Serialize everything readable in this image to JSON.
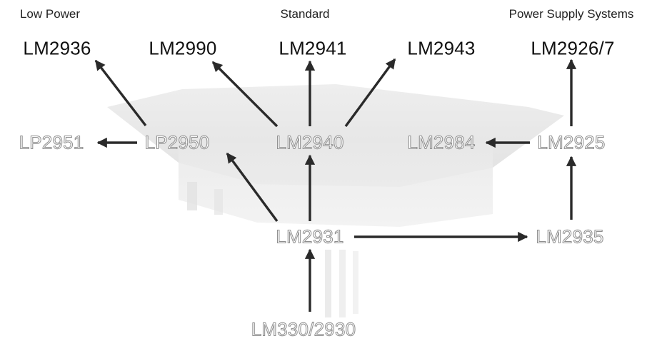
{
  "categories": {
    "low_power": "Low Power",
    "standard": "Standard",
    "power_supply": "Power Supply Systems"
  },
  "nodes": {
    "lm2936": "LM2936",
    "lm2990": "LM2990",
    "lm2941": "LM2941",
    "lm2943": "LM2943",
    "lm2926_7": "LM2926/7",
    "lp2951": "LP2951",
    "lp2950": "LP2950",
    "lm2940": "LM2940",
    "lm2984": "LM2984",
    "lm2925": "LM2925",
    "lm2931": "LM2931",
    "lm2935": "LM2935",
    "lm330_2930": "LM330/2930"
  },
  "edges": [
    {
      "from": "LM330/2930",
      "to": "LM2931"
    },
    {
      "from": "LM2931",
      "to": "LM2940"
    },
    {
      "from": "LM2931",
      "to": "LP2950"
    },
    {
      "from": "LM2931",
      "to": "LM2935"
    },
    {
      "from": "LP2950",
      "to": "LP2951"
    },
    {
      "from": "LP2950",
      "to": "LM2936"
    },
    {
      "from": "LM2940",
      "to": "LM2990"
    },
    {
      "from": "LM2940",
      "to": "LM2941"
    },
    {
      "from": "LM2940",
      "to": "LM2943"
    },
    {
      "from": "LM2935",
      "to": "LM2925"
    },
    {
      "from": "LM2925",
      "to": "LM2984"
    },
    {
      "from": "LM2925",
      "to": "LM2926/7"
    }
  ],
  "colors": {
    "arrow": "#2a2a2a",
    "solid_text": "#111111",
    "outline_stroke": "#8f8f8f",
    "photo": "#e6e6e6"
  }
}
